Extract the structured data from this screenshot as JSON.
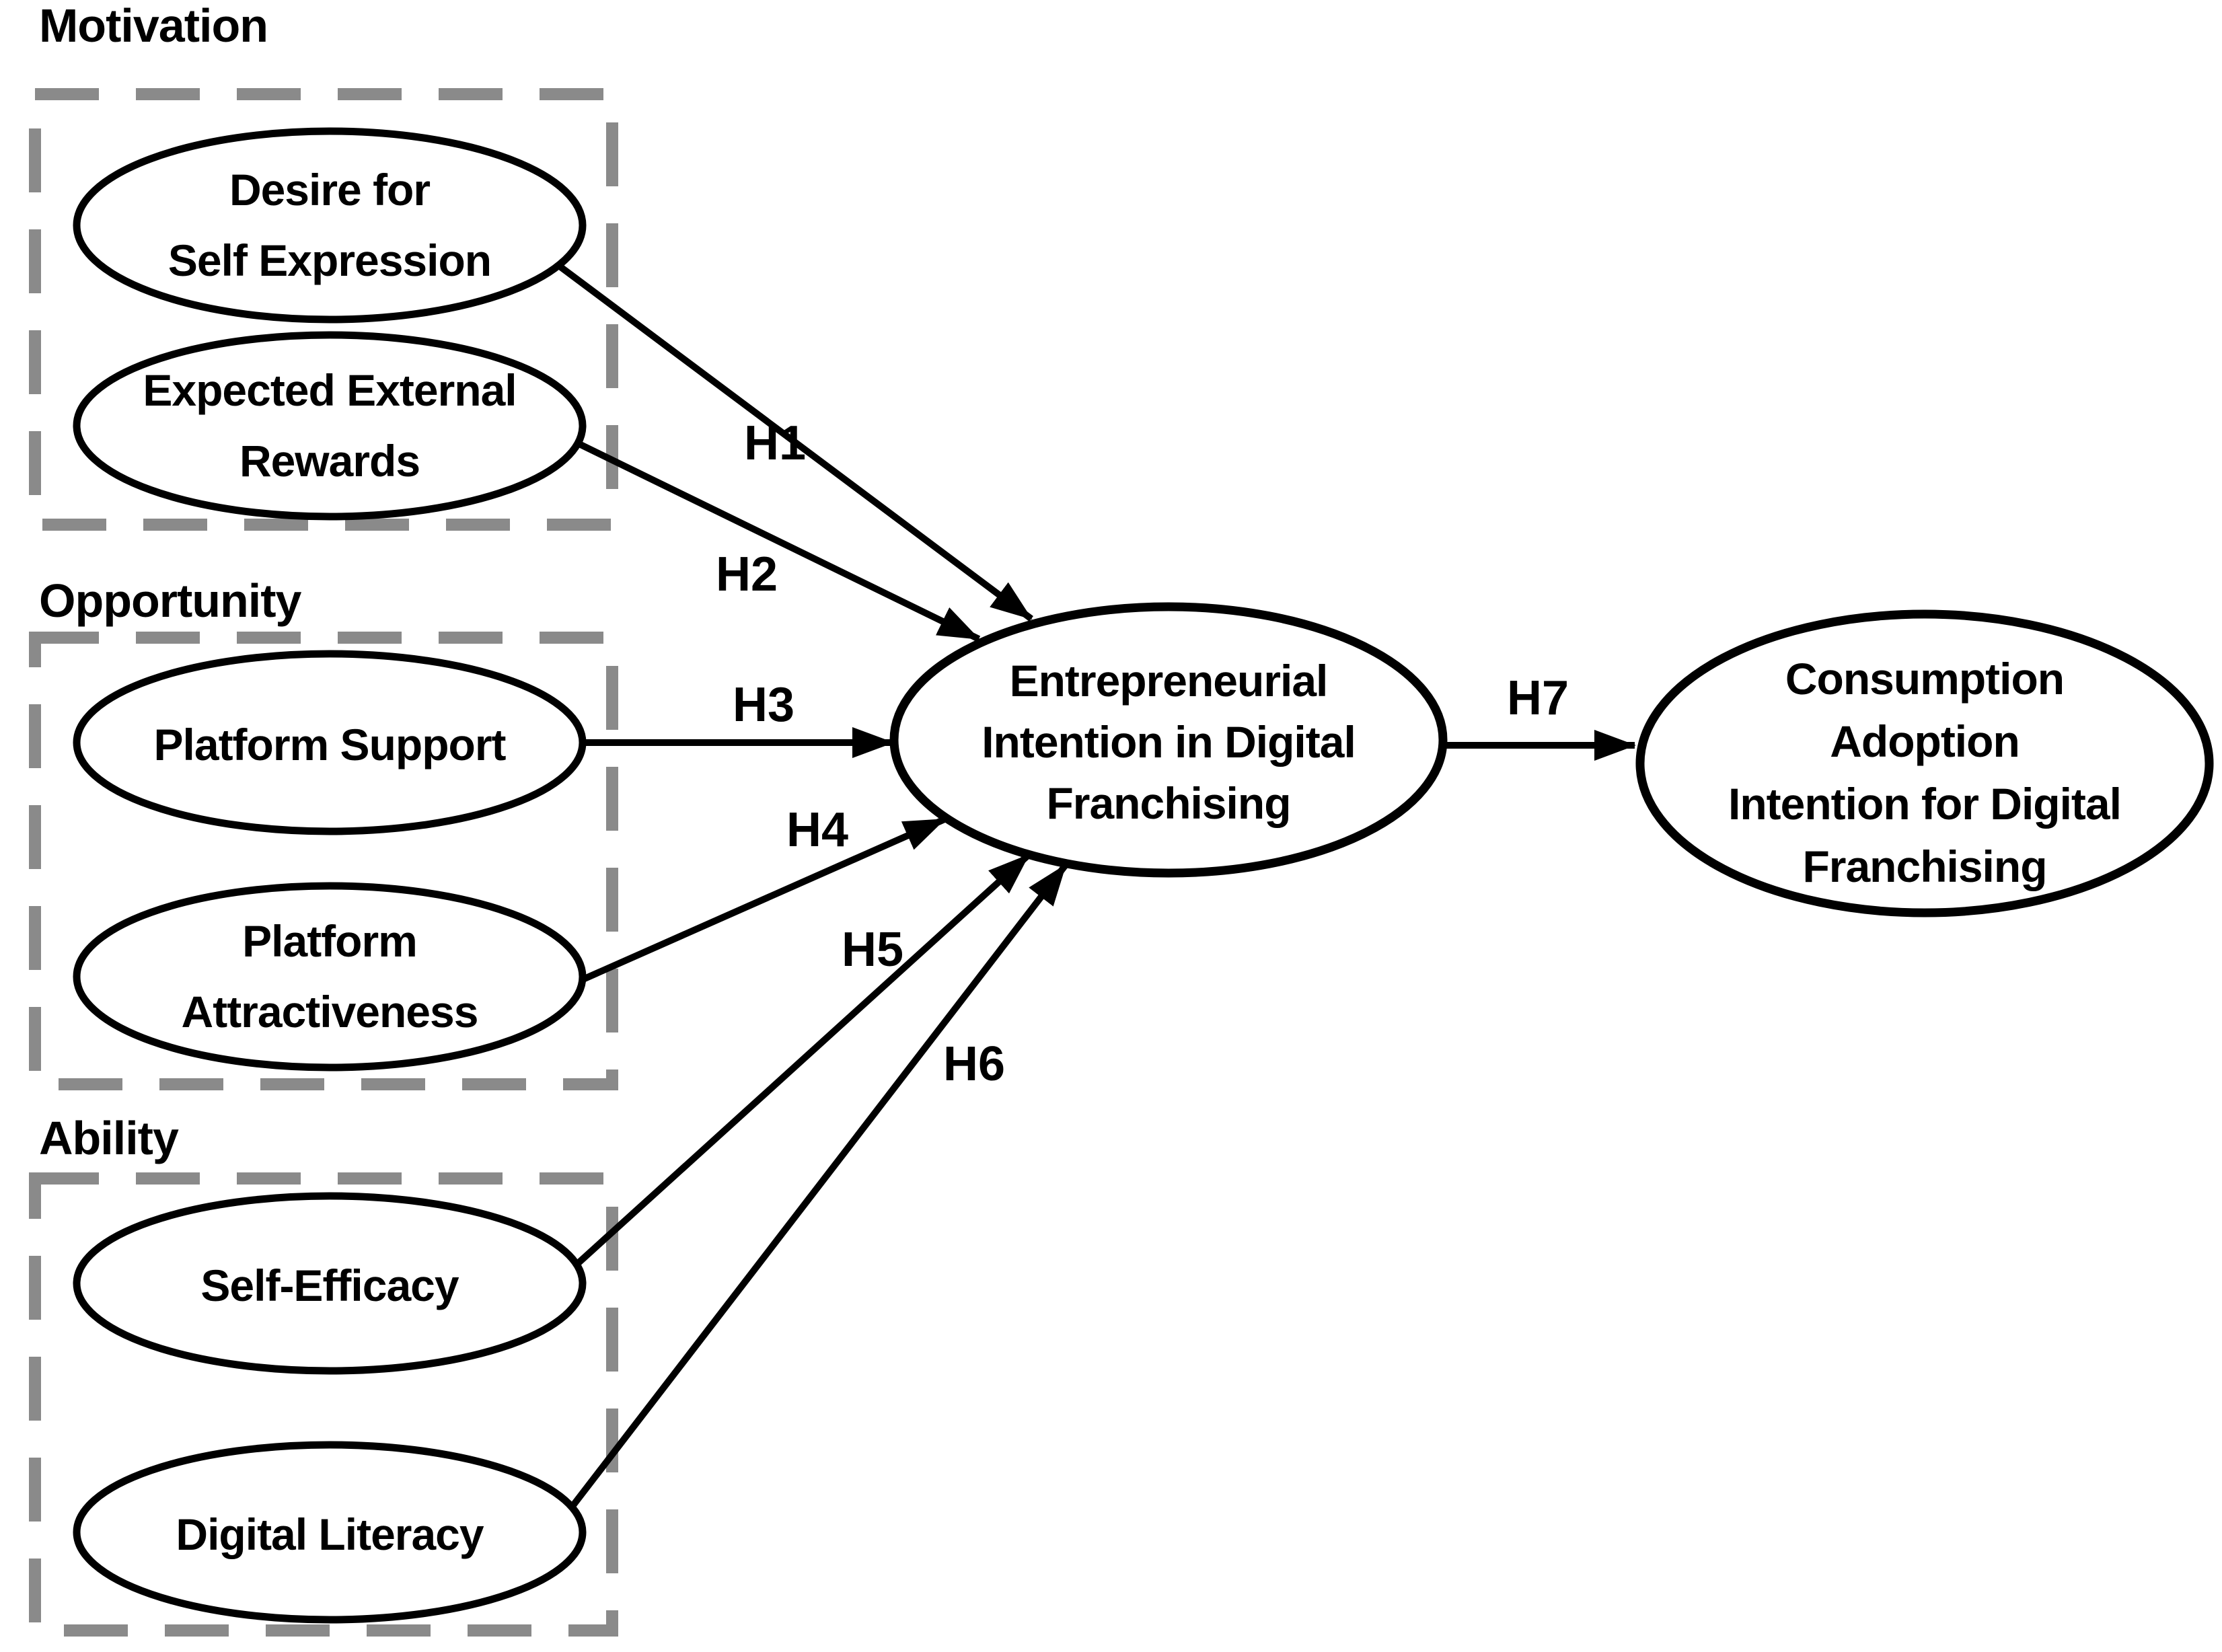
{
  "diagram": {
    "groups": [
      {
        "id": "motivation",
        "label": "Motivation"
      },
      {
        "id": "opportunity",
        "label": "Opportunity"
      },
      {
        "id": "ability",
        "label": "Ability"
      }
    ],
    "nodes": {
      "desire": {
        "lines": [
          "Desire for",
          "Self Expression"
        ],
        "group": "Motivation"
      },
      "rewards": {
        "lines": [
          "Expected External",
          "Rewards"
        ],
        "group": "Motivation"
      },
      "support": {
        "lines": [
          "Platform Support"
        ],
        "group": "Opportunity"
      },
      "attractiveness": {
        "lines": [
          "Platform",
          "Attractiveness"
        ],
        "group": "Opportunity"
      },
      "efficacy": {
        "lines": [
          "Self-Efficacy"
        ],
        "group": "Ability"
      },
      "literacy": {
        "lines": [
          "Digital Literacy"
        ],
        "group": "Ability"
      },
      "intention": {
        "lines": [
          "Entrepreneurial",
          "Intention in Digital",
          "Franchising"
        ]
      },
      "adoption": {
        "lines": [
          "Consumption",
          "Adoption",
          "Intention for Digital",
          "Franchising"
        ]
      }
    },
    "edges": [
      {
        "label": "H1",
        "from": "desire",
        "to": "intention"
      },
      {
        "label": "H2",
        "from": "rewards",
        "to": "intention"
      },
      {
        "label": "H3",
        "from": "support",
        "to": "intention"
      },
      {
        "label": "H4",
        "from": "attractiveness",
        "to": "intention"
      },
      {
        "label": "H5",
        "from": "efficacy",
        "to": "intention"
      },
      {
        "label": "H6",
        "from": "literacy",
        "to": "intention"
      },
      {
        "label": "H7",
        "from": "intention",
        "to": "adoption"
      }
    ],
    "colors": {
      "stroke": "#000000",
      "dashed_box": "#8a8a8a",
      "node_fill": "#ffffff",
      "background": "#ffffff"
    }
  }
}
